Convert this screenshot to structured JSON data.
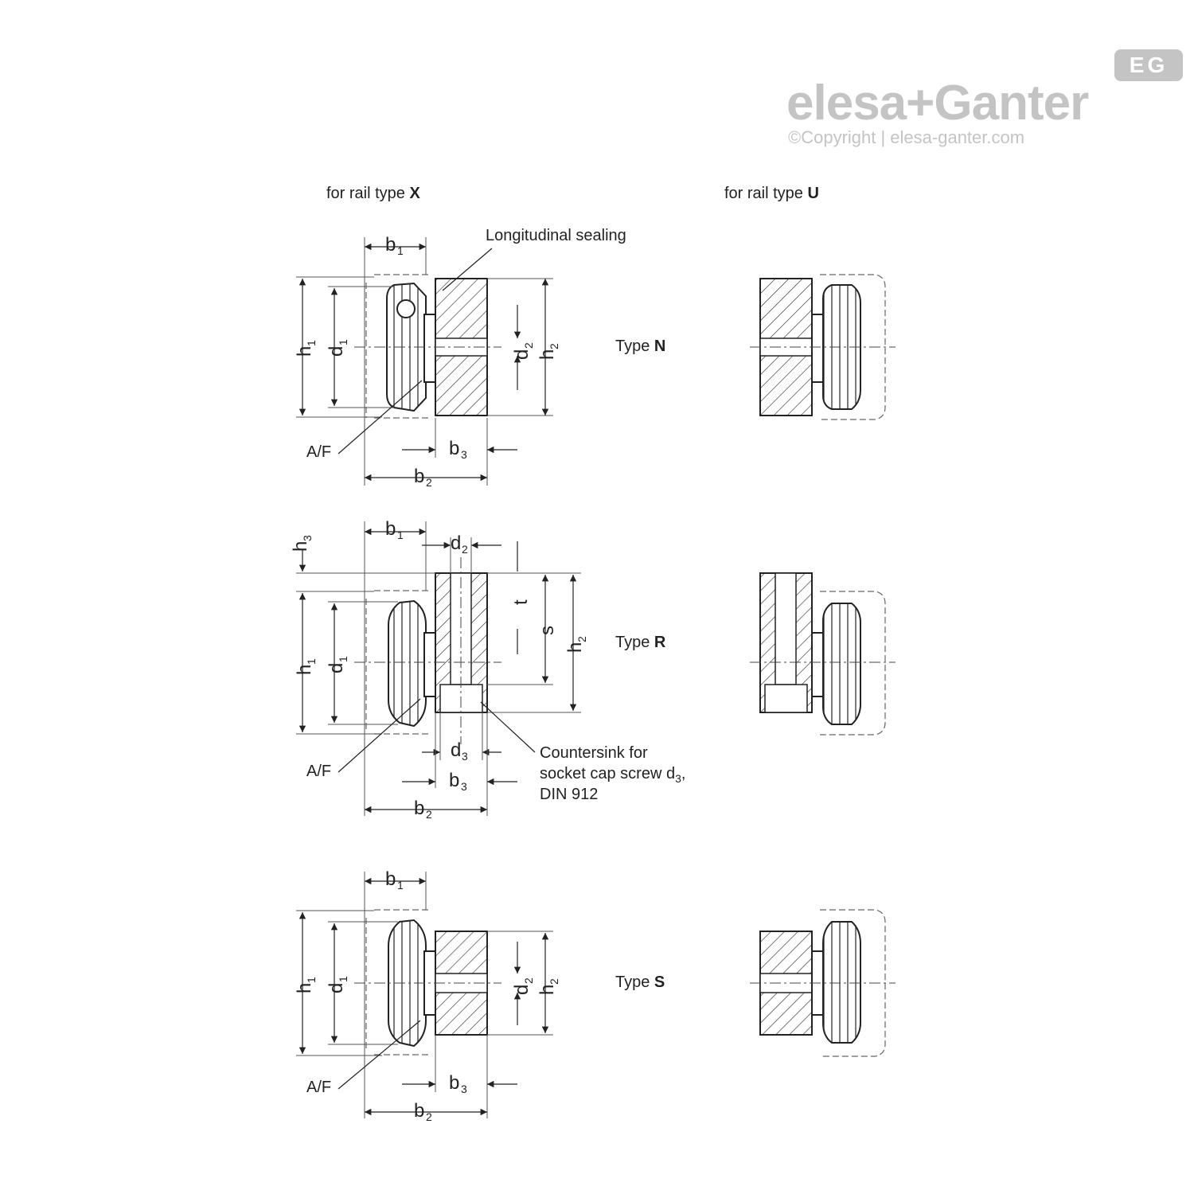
{
  "logo": {
    "brand": "elesa+Ganter",
    "badge": "EG",
    "copyright": "©Copyright | elesa-ganter.com"
  },
  "columns": {
    "left": {
      "prefix": "for rail type ",
      "rail": "X"
    },
    "right": {
      "prefix": "for rail type ",
      "rail": "U"
    }
  },
  "types": [
    {
      "prefix": "Type ",
      "letter": "N"
    },
    {
      "prefix": "Type ",
      "letter": "R"
    },
    {
      "prefix": "Type ",
      "letter": "S"
    }
  ],
  "callouts": {
    "longitudinal_sealing": "Longitudinal sealing",
    "af": "A/F",
    "countersink_line1": "Countersink for",
    "countersink_line2": "socket cap screw d",
    "countersink_sub": "3",
    "countersink_line3": "DIN 912"
  },
  "dimensions": {
    "b": "b",
    "d": "d",
    "h": "h",
    "s": "s",
    "t": "t",
    "sub1": "1",
    "sub2": "2",
    "sub3": "3"
  }
}
